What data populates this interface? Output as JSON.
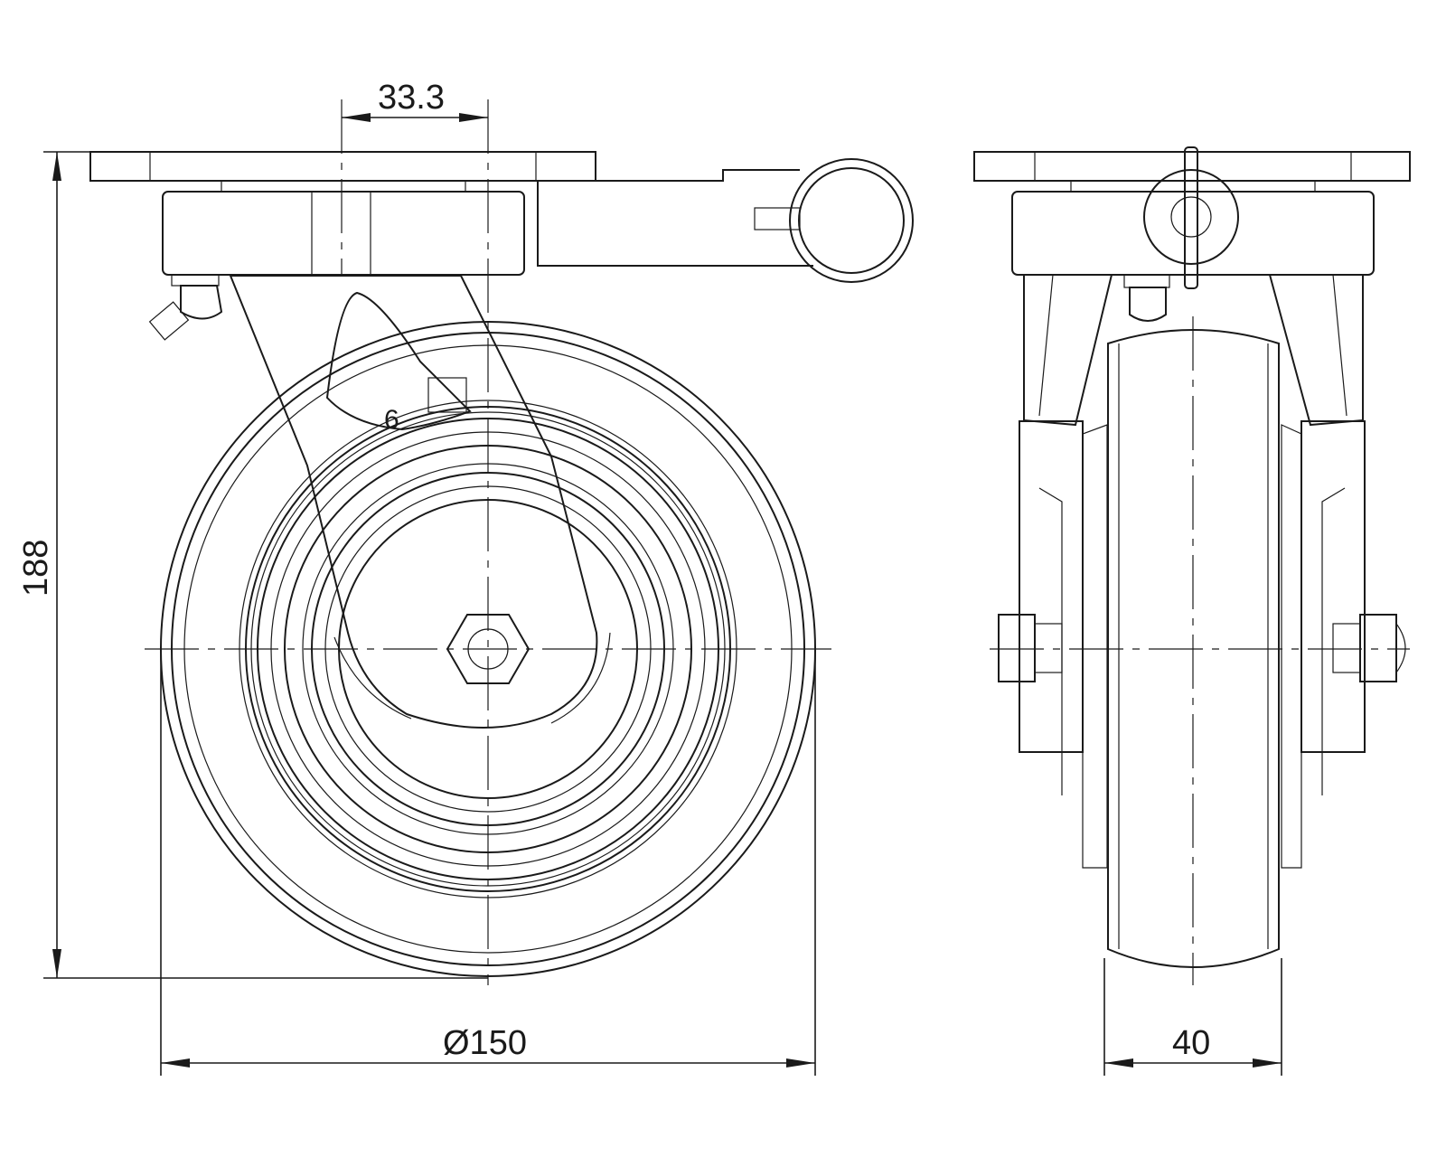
{
  "dimensions": {
    "offset": "33.3",
    "height": "188",
    "diameter": "Ø150",
    "width": "40"
  },
  "marks": {
    "part_number": "6"
  }
}
